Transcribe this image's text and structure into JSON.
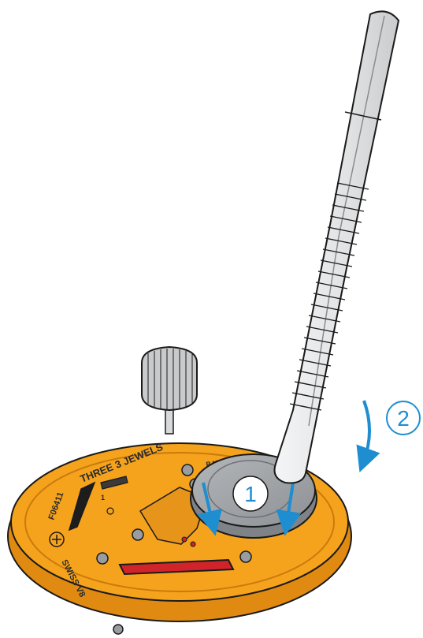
{
  "movement": {
    "engraving_top": "THREE 3 JEWELS",
    "engraving_left": "F06411",
    "engraving_bottom": "SWISS V8",
    "engraving_battery": "BATTERY",
    "marking_1": "1",
    "body_color": "#f5a31c",
    "rim_color": "#e08a12"
  },
  "steps": {
    "step1": "1",
    "step2": "2"
  },
  "colors": {
    "arrow": "#1e8ed1",
    "battery": "#9fa2a6",
    "tweezers": "#e4e5e6",
    "outline": "#1a1a1a"
  }
}
